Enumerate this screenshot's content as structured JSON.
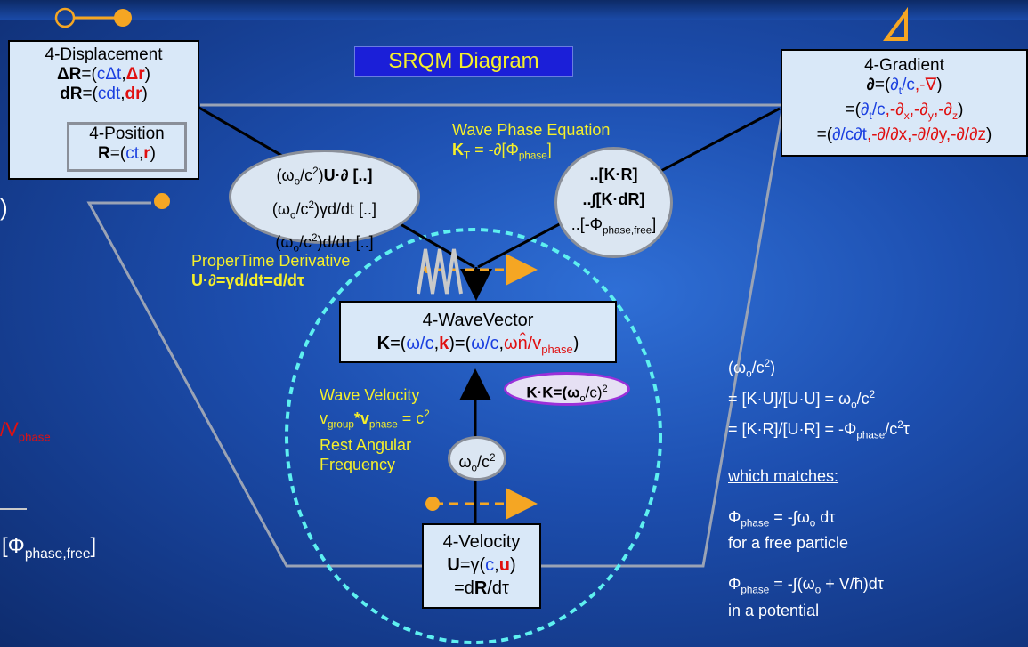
{
  "title": "SRQM Diagram",
  "four_displacement": {
    "title": "4-Displacement",
    "line1": [
      "ΔR",
      "=(",
      "cΔt",
      ",",
      "Δr",
      ")"
    ],
    "line2": [
      "dR",
      "=(",
      "cdt",
      ",",
      "dr",
      ")"
    ]
  },
  "four_position": {
    "title": "4-Position",
    "line": [
      "R",
      "=(",
      "ct",
      ",",
      "r",
      ")"
    ]
  },
  "four_gradient": {
    "title": "4-Gradient",
    "line1": [
      "∂",
      "=(",
      "∂",
      "t",
      "/c",
      ",-∇",
      ")"
    ],
    "line2_prefix": "=(",
    "line3": [
      "=(",
      "∂/c∂t",
      ",-∂/∂x,-∂/∂y,-∂/∂z",
      ")"
    ]
  },
  "four_wavevector": {
    "title": "4-WaveVector",
    "line_parts": [
      "K",
      "=(",
      "ω/c",
      ",",
      "k",
      ")=(",
      "ω/c",
      ",",
      "ωn̂/v",
      "phase",
      ")"
    ]
  },
  "four_velocity": {
    "title": "4-Velocity",
    "line1": [
      "U",
      "=γ(",
      "c",
      ",",
      "u",
      ")"
    ],
    "line2": [
      "=d",
      "R",
      "/dτ"
    ]
  },
  "left_ellipse": {
    "row1_suffix": "U·∂ [..]",
    "row2_suffix": "γd/dt [..]",
    "row3_suffix": "d/dτ [..]"
  },
  "right_ellipse": {
    "row1": "..[K·R]",
    "row2": "..∫[K·dR]",
    "row3_prefix": "..[-Φ",
    "row3_sub": "phase,free",
    "row3_suffix": "]"
  },
  "wave_phase": {
    "title": "Wave Phase Equation",
    "eq_prefix": "K",
    "eq_sub": "T",
    "eq_mid": " = -∂[Φ",
    "eq_sub2": "phase",
    "eq_end": "]"
  },
  "proper_time": {
    "title": "ProperTime Derivative",
    "eq": "U·∂=γd/dt=d/dτ"
  },
  "wave_velocity": {
    "title": "Wave Velocity",
    "eq_v": "v",
    "eq_sub1": "group",
    "eq_star": "*v",
    "eq_sub2": "phase",
    "eq_end": " = c",
    "line2": "Rest Angular",
    "line3": "Frequency"
  },
  "kk_relation": "K·K=(ω",
  "center_ellipse": "ω",
  "right_text": {
    "line1": "(ω",
    "line2_a": "= [K·U]/[U·U] = ω",
    "line3_a": "= [K·R]/[U·R] = -Φ",
    "line3_sub": "phase",
    "line3_end": "/c",
    "which": "which matches:",
    "phi1": "= -∫ω",
    "phi1_end": " dτ",
    "free": "for a free particle",
    "phi2": "= -∫(ω",
    "phi2_end": " + V/ħ)dτ",
    "potential": "in a potential"
  },
  "left_edge": {
    "paren": ")",
    "v": "/V",
    "v_sub": "phase",
    "phi_bracket": "[Φ",
    "phi_sub": "phase,free",
    "phi_end": "]"
  },
  "colors": {
    "box_fill": "#d9e8f8",
    "blue_text": "#1a3fe0",
    "red_text": "#e01010",
    "yellow_text": "#f5ef2a",
    "orange": "#f5a623",
    "cyan_dash": "#5ef0f0",
    "kk_border": "#9b30d9"
  }
}
